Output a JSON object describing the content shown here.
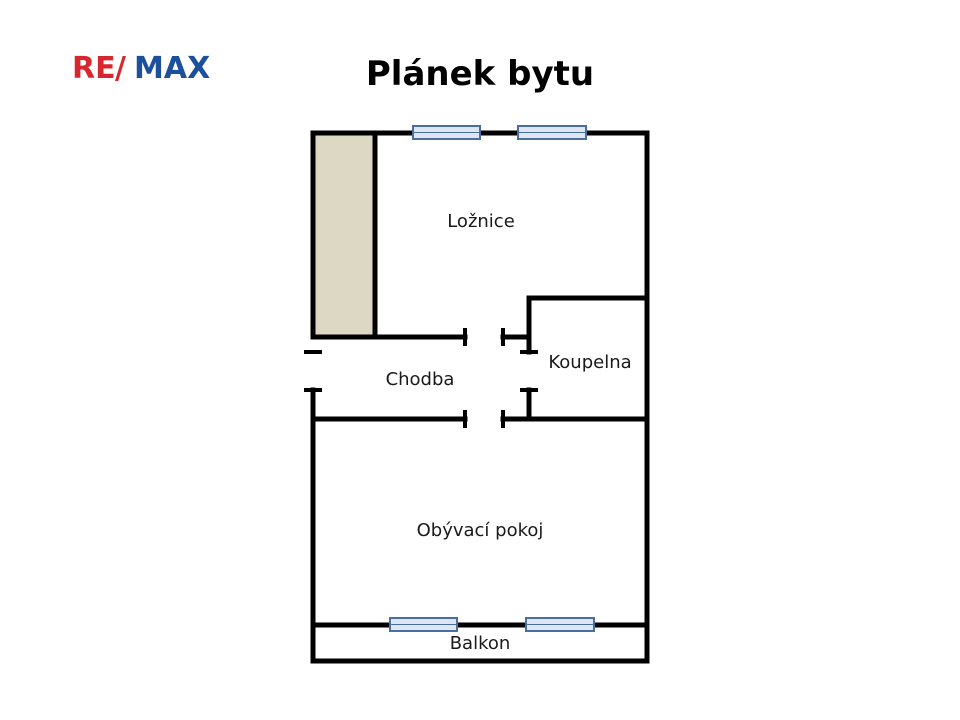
{
  "header": {
    "logo_text": "RE/MAX",
    "title": "Plánek bytu"
  },
  "rooms": {
    "bedroom": "Ložnice",
    "hallway": "Chodba",
    "bathroom": "Koupelna",
    "living_room": "Obývací pokoj",
    "balcony": "Balkon"
  },
  "colors": {
    "logo_red": "#d8262f",
    "logo_blue": "#1c4f9c",
    "wall": "#000000",
    "wardrobe_fill": "#ddd8c4",
    "window_fill": "#dde6f2",
    "window_stroke": "#4a6f9e"
  }
}
